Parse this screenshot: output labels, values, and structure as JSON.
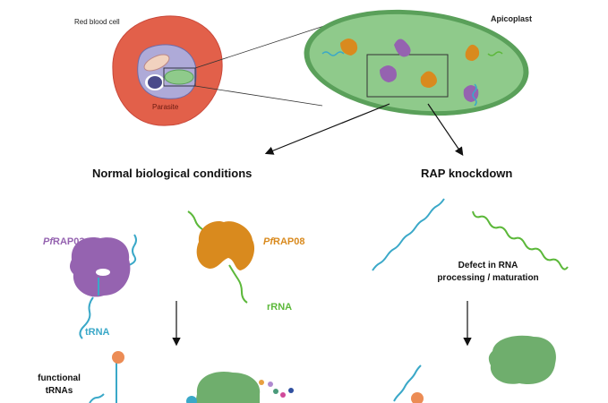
{
  "labels": {
    "red_blood_cell": "Red blood cell",
    "parasite": "Parasite",
    "apicoplast": "Apicoplast",
    "normal_conditions": "Normal biological conditions",
    "rap_knockdown": "RAP knockdown",
    "pfrap03_italic": "Pf",
    "pfrap03_rest": "RAP03",
    "pfrap08_italic": "Pf",
    "pfrap08_rest": "RAP08",
    "rrna": "rRNA",
    "trna": "tRNA",
    "defect_line1": "Defect in RNA",
    "defect_line2": "processing / maturation",
    "functional_line1": "functional",
    "functional_line2": "tRNAs"
  },
  "colors": {
    "rbc": "#e2604a",
    "parasite": "#aeaad8",
    "apicoplast": "#8fca8b",
    "apicoplast_border": "#5aa05a",
    "pfrap03": "#9563b0",
    "pfrap08": "#d98a1e",
    "trna": "#3aa8c8",
    "rrna": "#5cb83a",
    "ribosome": "#6fae6d"
  }
}
